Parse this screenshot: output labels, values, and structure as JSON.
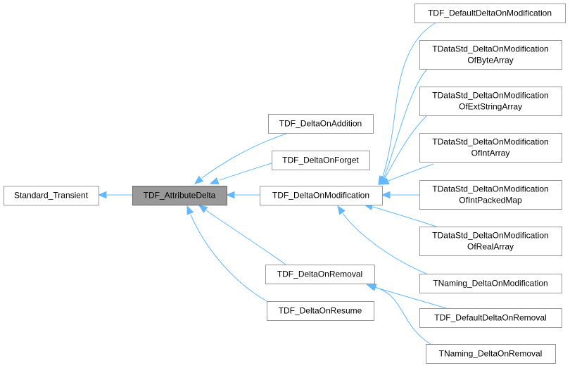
{
  "diagram": {
    "title": "",
    "nodes": [
      {
        "id": "standard_transient",
        "lines": [
          "Standard_Transient"
        ]
      },
      {
        "id": "tdf_attributedelta",
        "lines": [
          "TDF_AttributeDelta"
        ],
        "current": true
      },
      {
        "id": "tdf_deltaonaddition",
        "lines": [
          "TDF_DeltaOnAddition"
        ]
      },
      {
        "id": "tdf_deltaonforget",
        "lines": [
          "TDF_DeltaOnForget"
        ]
      },
      {
        "id": "tdf_deltaonmodification",
        "lines": [
          "TDF_DeltaOnModification"
        ]
      },
      {
        "id": "tdf_deltaonremoval",
        "lines": [
          "TDF_DeltaOnRemoval"
        ]
      },
      {
        "id": "tdf_deltaonresume",
        "lines": [
          "TDF_DeltaOnResume"
        ]
      },
      {
        "id": "tdf_defaultdeltaonmodification",
        "lines": [
          "TDF_DefaultDeltaOnModification"
        ]
      },
      {
        "id": "tdatastd_deltaonmodificationofbytearray",
        "lines": [
          "TDataStd_DeltaOnModification",
          "OfByteArray"
        ]
      },
      {
        "id": "tdatastd_deltaonmodificationofextstringarray",
        "lines": [
          "TDataStd_DeltaOnModification",
          "OfExtStringArray"
        ]
      },
      {
        "id": "tdatastd_deltaonmodificationofintarray",
        "lines": [
          "TDataStd_DeltaOnModification",
          "OfIntArray"
        ]
      },
      {
        "id": "tdatastd_deltaonmodificationofintpackedmap",
        "lines": [
          "TDataStd_DeltaOnModification",
          "OfIntPackedMap"
        ]
      },
      {
        "id": "tdatastd_deltaonmodificationofrealarray",
        "lines": [
          "TDataStd_DeltaOnModification",
          "OfRealArray"
        ]
      },
      {
        "id": "tnaming_deltaonmodification",
        "lines": [
          "TNaming_DeltaOnModification"
        ]
      },
      {
        "id": "tdf_defaultdeltaonremoval",
        "lines": [
          "TDF_DefaultDeltaOnRemoval"
        ]
      },
      {
        "id": "tnaming_deltaonremoval",
        "lines": [
          "TNaming_DeltaOnRemoval"
        ]
      }
    ],
    "edges": [
      {
        "from": "tdf_attributedelta",
        "to": "standard_transient"
      },
      {
        "from": "tdf_deltaonaddition",
        "to": "tdf_attributedelta"
      },
      {
        "from": "tdf_deltaonforget",
        "to": "tdf_attributedelta"
      },
      {
        "from": "tdf_deltaonmodification",
        "to": "tdf_attributedelta"
      },
      {
        "from": "tdf_deltaonremoval",
        "to": "tdf_attributedelta"
      },
      {
        "from": "tdf_deltaonresume",
        "to": "tdf_attributedelta"
      },
      {
        "from": "tdf_defaultdeltaonmodification",
        "to": "tdf_deltaonmodification"
      },
      {
        "from": "tdatastd_deltaonmodificationofbytearray",
        "to": "tdf_deltaonmodification"
      },
      {
        "from": "tdatastd_deltaonmodificationofextstringarray",
        "to": "tdf_deltaonmodification"
      },
      {
        "from": "tdatastd_deltaonmodificationofintarray",
        "to": "tdf_deltaonmodification"
      },
      {
        "from": "tdatastd_deltaonmodificationofintpackedmap",
        "to": "tdf_deltaonmodification"
      },
      {
        "from": "tdatastd_deltaonmodificationofrealarray",
        "to": "tdf_deltaonmodification"
      },
      {
        "from": "tnaming_deltaonmodification",
        "to": "tdf_deltaonmodification"
      },
      {
        "from": "tdf_defaultdeltaonremoval",
        "to": "tdf_deltaonremoval"
      },
      {
        "from": "tnaming_deltaonremoval",
        "to": "tdf_deltaonremoval"
      }
    ],
    "colors": {
      "edge": "#63b8ff",
      "node_border": "#999999",
      "current_fill": "#999999"
    }
  }
}
